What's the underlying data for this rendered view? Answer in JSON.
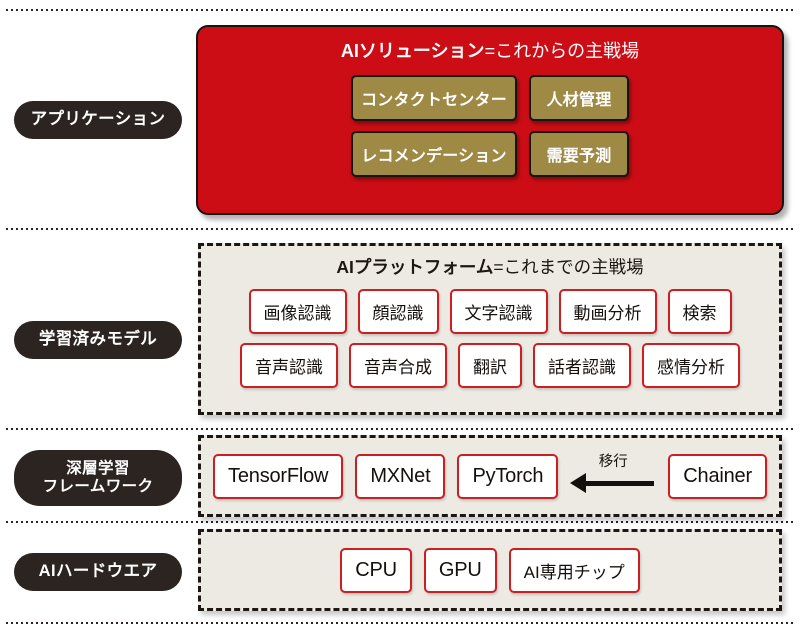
{
  "diagram": {
    "layers": [
      {
        "badge": "アプリケーション",
        "title_bold": "AIソリューション",
        "title_rest": "=これからの主戦場",
        "items": [
          "コンタクトセンター",
          "人材管理",
          "レコメンデーション",
          "需要予測"
        ]
      },
      {
        "badge": "学習済みモデル",
        "title_bold": "AIプラットフォーム",
        "title_rest": "=これまでの主戦場",
        "row1": [
          "画像認識",
          "顔認識",
          "文字認識",
          "動画分析",
          "検索"
        ],
        "row2": [
          "音声認識",
          "音声合成",
          "翻訳",
          "話者認識",
          "感情分析"
        ]
      },
      {
        "badge_line1": "深層学習",
        "badge_line2": "フレームワーク",
        "items": [
          "TensorFlow",
          "MXNet",
          "PyTorch",
          "Chainer"
        ],
        "arrow_label": "移行"
      },
      {
        "badge": "AIハードウエア",
        "items": [
          "CPU",
          "GPU",
          "AI専用チップ"
        ]
      }
    ]
  },
  "colors": {
    "red_panel": "#cc0d15",
    "gold_box": "#9e8a45",
    "badge_dark": "#2b2420",
    "panel_bg": "#eceae3",
    "chip_border": "#cc1f22"
  }
}
